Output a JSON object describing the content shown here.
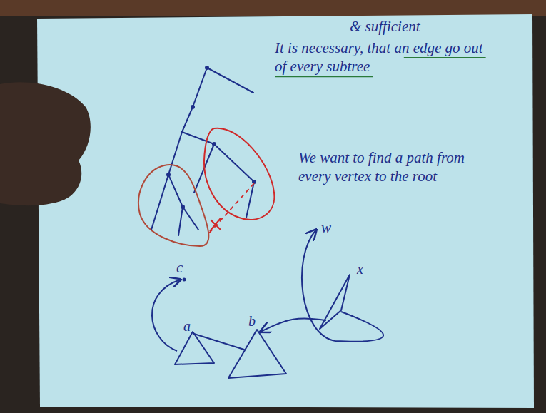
{
  "diagram": {
    "nodes": [
      {
        "text": [
          "a"
        ]
      },
      {
        "text": [
          "b"
        ]
      },
      {
        "text": [
          "x"
        ]
      }
    ],
    "edges": [
      {
        "from": 0,
        "to": 1,
        "arrow": "none"
      },
      {
        "from": 2,
        "to": 1,
        "arrow": "to"
      }
    ],
    "labels": [
      "& sufficient",
      "It is necessary, that an edge go out of every subtree",
      "We want to find a path from every vertex to the root",
      "c",
      "w"
    ]
  }
}
